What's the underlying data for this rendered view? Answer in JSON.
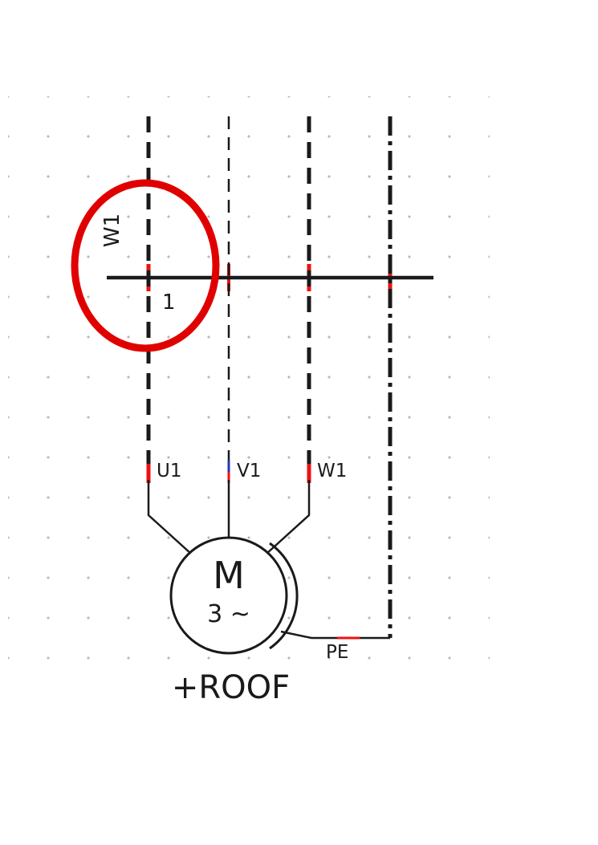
{
  "diagram": {
    "labels": {
      "cable_label": "W1",
      "terminal_number": "1",
      "terminal_u1": "U1",
      "terminal_v1": "V1",
      "terminal_w1": "W1",
      "pe_label": "PE",
      "location_label": "+ROOF",
      "motor_letter": "M",
      "motor_phase": "3 ~"
    },
    "colors": {
      "line": "#1a1a1a",
      "highlight_ellipse": "#e00000",
      "connection_mark_red": "#ee1111",
      "connection_mark_blue": "#2233cc",
      "grid_dot": "#b8b8b8"
    }
  }
}
